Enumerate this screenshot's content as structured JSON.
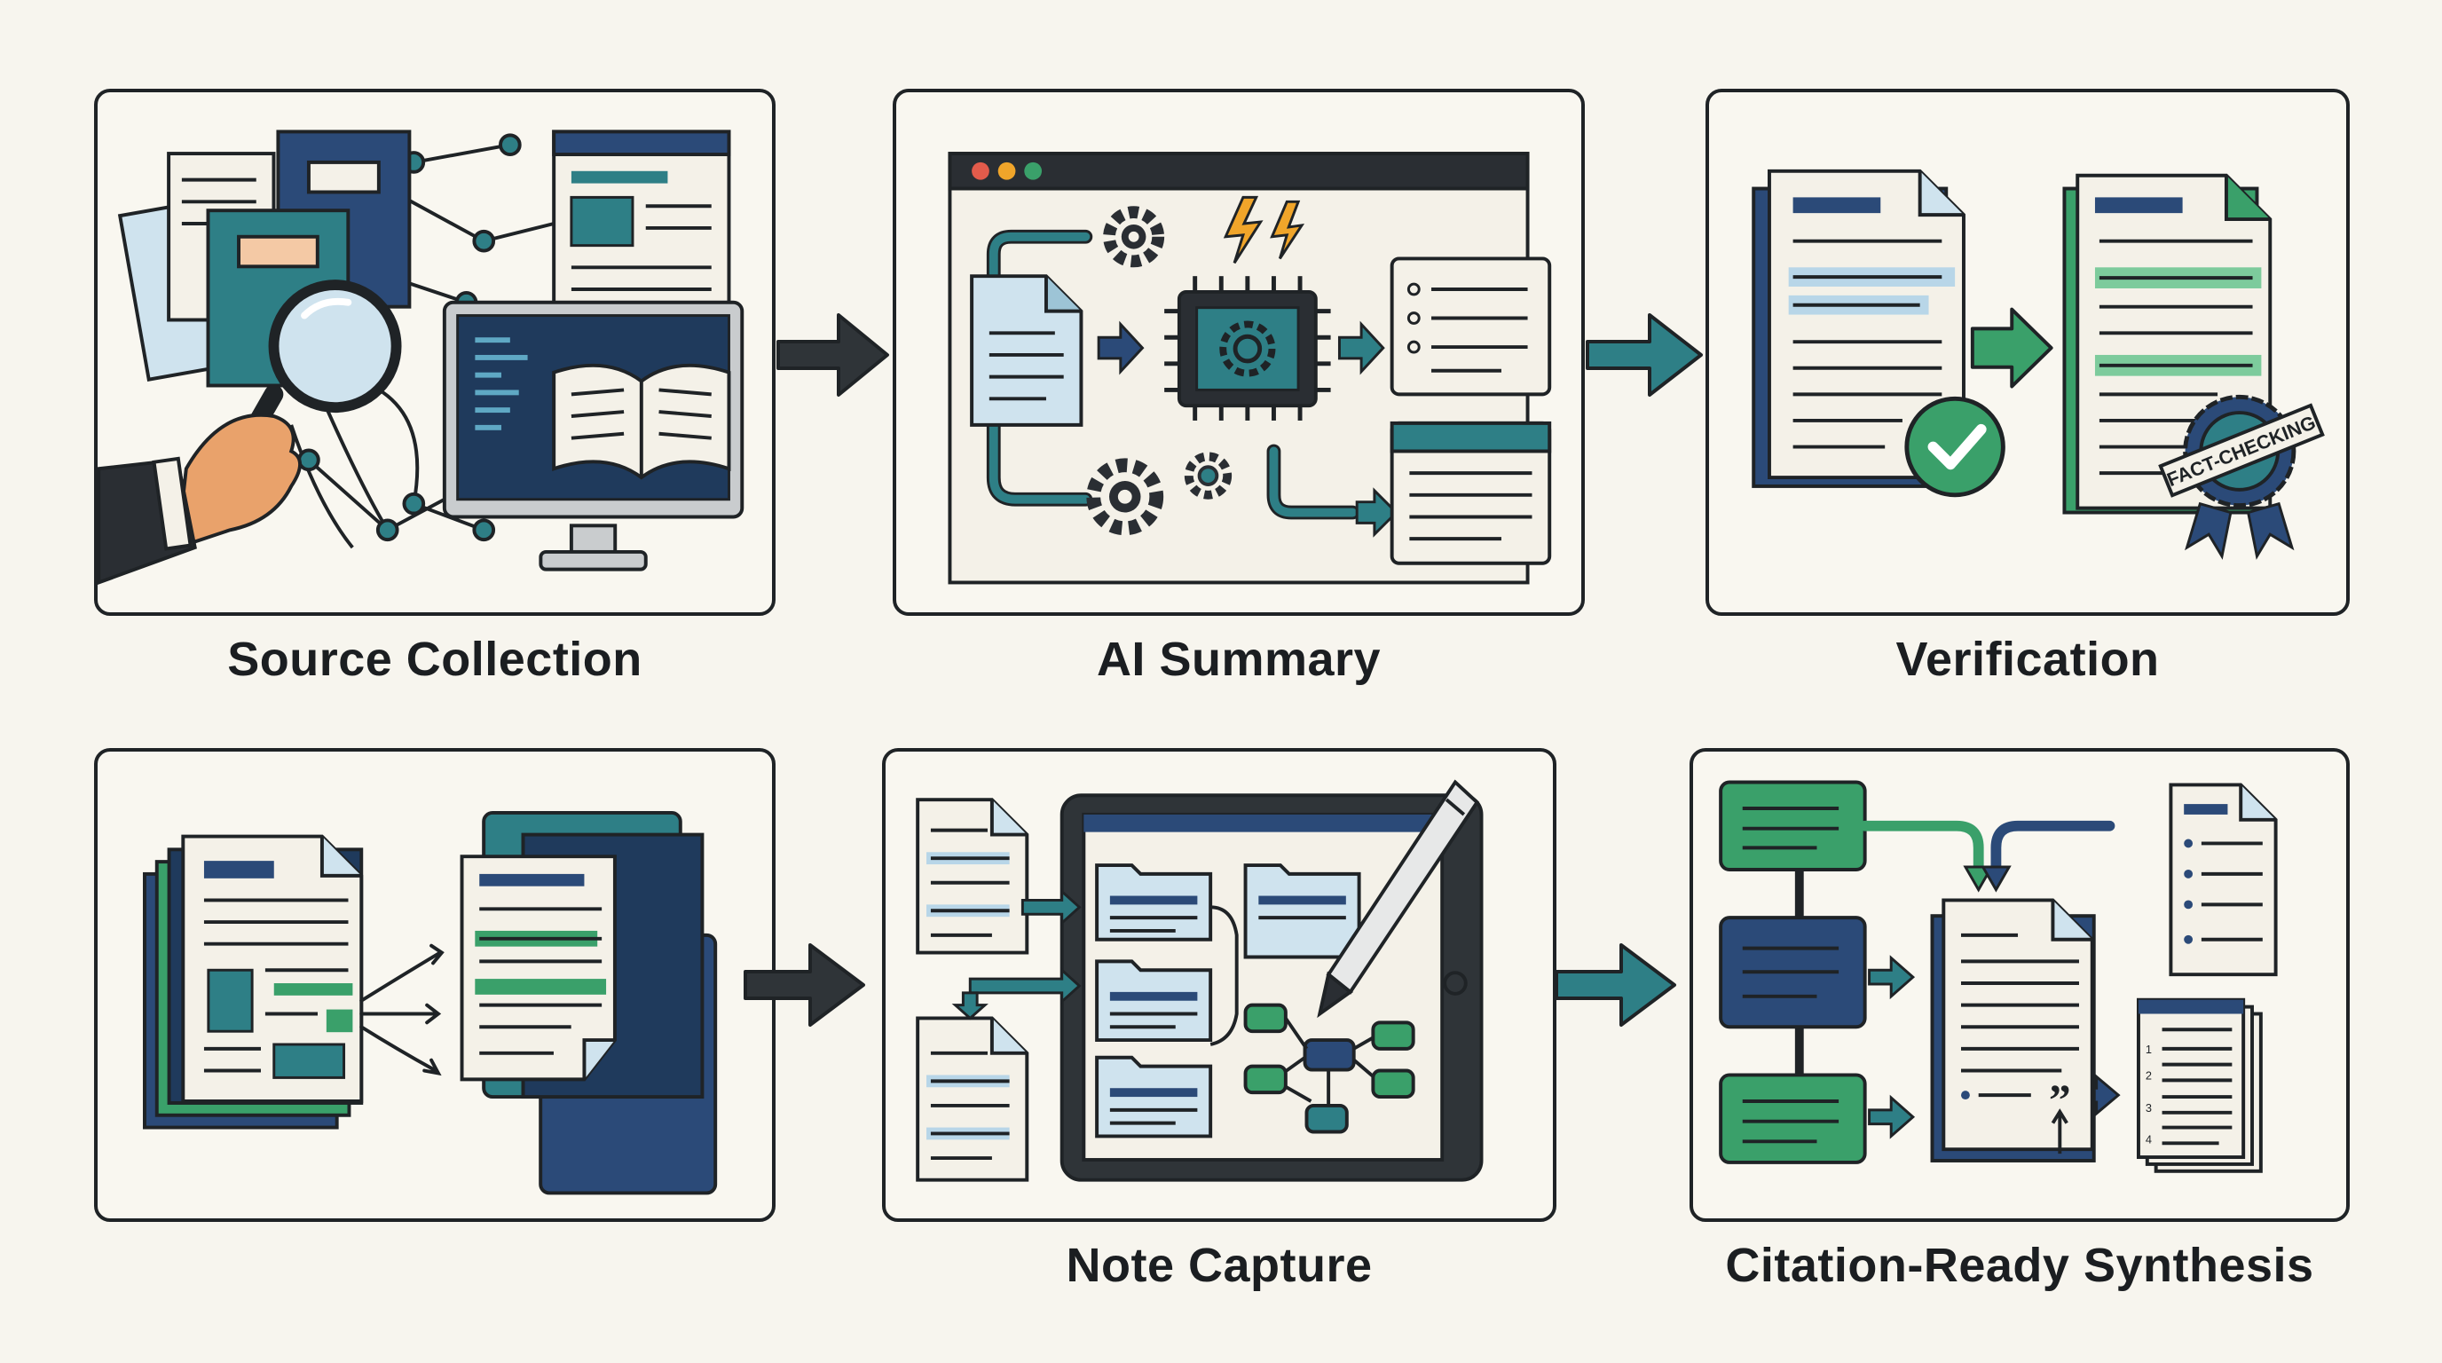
{
  "steps": [
    {
      "label": "Source Collection"
    },
    {
      "label": "AI Summary"
    },
    {
      "label": "Verification"
    },
    {
      "label": "Note Capture"
    },
    {
      "label": "Citation-Ready Synthesis"
    }
  ],
  "badges": {
    "fact_checking": "FACT-CHECKING",
    "quote_mark": "”",
    "list_numbers": [
      "1",
      "2",
      "3",
      "4"
    ]
  },
  "colors": {
    "navy": "#2b4a78",
    "teal": "#2e7f86",
    "green": "#3aa06a",
    "light_blue": "#cfe3ee",
    "outline": "#1f2326",
    "background": "#f7f5ee",
    "skin": "#e9a26b",
    "bolt": "#f0a52a"
  }
}
